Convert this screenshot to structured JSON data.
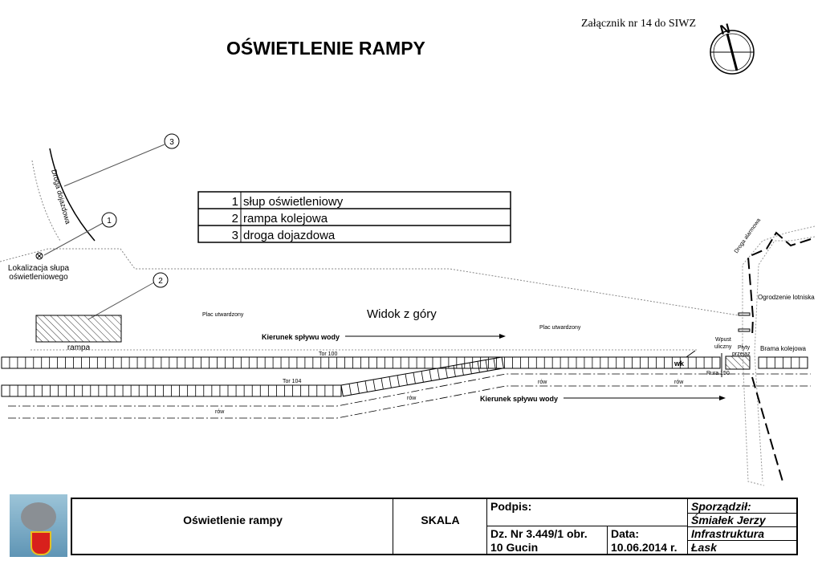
{
  "header": {
    "attachment": "Załącznik nr 14 do SIWZ",
    "title": "OŚWIETLENIE RAMPY",
    "north": "N"
  },
  "legend": {
    "items": [
      {
        "num": "1",
        "label": "słup oświetleniowy"
      },
      {
        "num": "2",
        "label": "rampa kolejowa"
      },
      {
        "num": "3",
        "label": "droga dojazdowa"
      }
    ]
  },
  "drawing": {
    "view": "Widok z góry",
    "road": "Droga dojazdowa",
    "lamp_location": [
      "Lokalizacja słupa",
      "oświetleniowego"
    ],
    "callouts": [
      "1",
      "2",
      "3"
    ],
    "ramp": "rampa",
    "paved_left": "Plac utwardzony",
    "paved_right": "Plac utwardzony",
    "flow1": "Kierunek spływu wody",
    "flow2": "Kierunek spływu wody",
    "track100": "Tor 100",
    "track104": "Tor 104",
    "ditch": "rów",
    "wk": "wk",
    "inlet": [
      "Wpust",
      "uliczny"
    ],
    "plates": [
      "Płyty",
      "przejaz"
    ],
    "pipe": "Rura 150",
    "gate": "Brama kolejowa",
    "fence": "Ogrodzenie lotniska",
    "alarm_road": "Droga alarmowa"
  },
  "title_block": {
    "name": "Oświetlenie rampy",
    "scale_label": "SKALA",
    "signature_label": "Podpis:",
    "prepared_label": "Sporządził:",
    "prepared_by": "Śmiałek Jerzy",
    "plot_line1": "Dz. Nr 3.449/1 obr.",
    "plot_line2": "10  Gucin",
    "date_label": "Data:",
    "date": "10.06.2014 r.",
    "unit_line1": "Infrastruktura",
    "unit_line2": "Łask"
  }
}
